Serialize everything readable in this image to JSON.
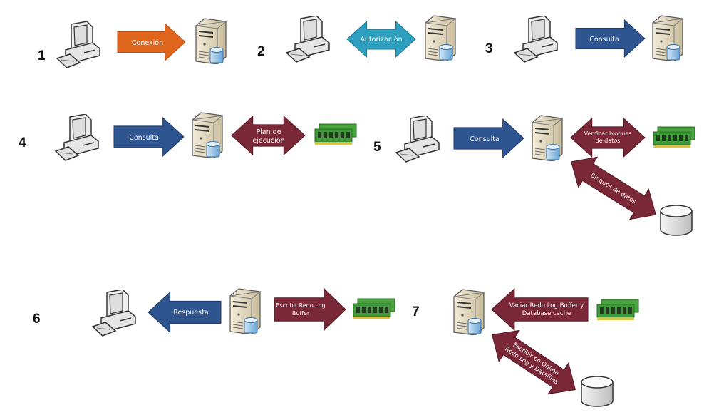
{
  "colors": {
    "orange": "#e0661e",
    "cyan": "#2e9fbf",
    "blue": "#2f5590",
    "maroon": "#7a2838",
    "ram_green": "#3f9a3a"
  },
  "steps": [
    {
      "number": "1",
      "arrow_label": "Conexión"
    },
    {
      "number": "2",
      "arrow_label": "Autorización"
    },
    {
      "number": "3",
      "arrow_label": "Consulta"
    },
    {
      "number": "4",
      "arrow_label": "Consulta",
      "arrow2_label_line1": "Plan de",
      "arrow2_label_line2": "ejecución"
    },
    {
      "number": "5",
      "arrow_label": "Consulta",
      "arrow2_label_line1": "Verificar bloques",
      "arrow2_label_line2": "de datos",
      "arrow3_label": "Bloques de datos"
    },
    {
      "number": "6",
      "arrow_label": "Respuesta",
      "arrow2_label_line1": "Escribir Redo Log",
      "arrow2_label_line2": "Buffer"
    },
    {
      "number": "7",
      "arrow_label_line1": "Vaciar Redo Log Buffer y",
      "arrow_label_line2": "Database cache",
      "arrow2_label_line1": "Escribir en Online",
      "arrow2_label_line2": "Redo Log y Datafiles"
    }
  ],
  "icons": [
    "computer-icon",
    "server-icon",
    "ram-icon",
    "disk-icon"
  ]
}
